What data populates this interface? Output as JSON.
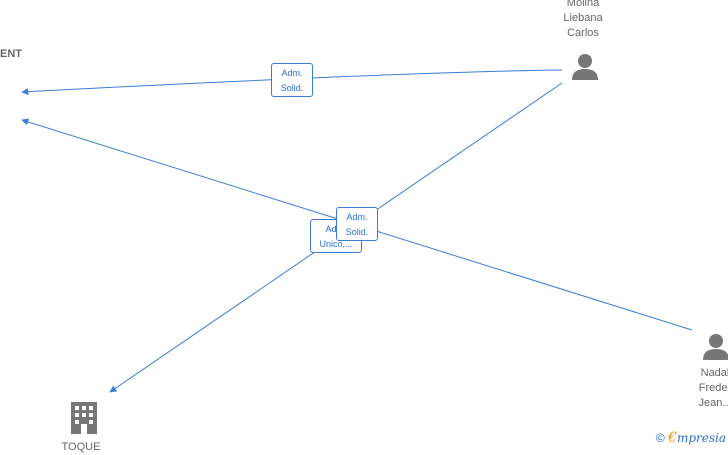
{
  "nodes": {
    "company_top_name": "ENT",
    "company_bottom_name": "TOQUE",
    "person_top_lines": [
      "Molina",
      "Liebana",
      "Carlos"
    ],
    "person_right_lines": [
      "Nadal",
      "Freder",
      "Jean..."
    ]
  },
  "edges": {
    "label_top": [
      "Adm.",
      "Solid."
    ],
    "label_center_back": [
      "Adm.",
      "Unico,..."
    ],
    "label_center_front": [
      "Adm.",
      "Solid."
    ]
  },
  "brand": {
    "copyright": "©",
    "initial": "€",
    "rest": "mpresia"
  },
  "colors": {
    "edge": "#3a7dd6",
    "icon": "#777777",
    "text": "#666666"
  }
}
